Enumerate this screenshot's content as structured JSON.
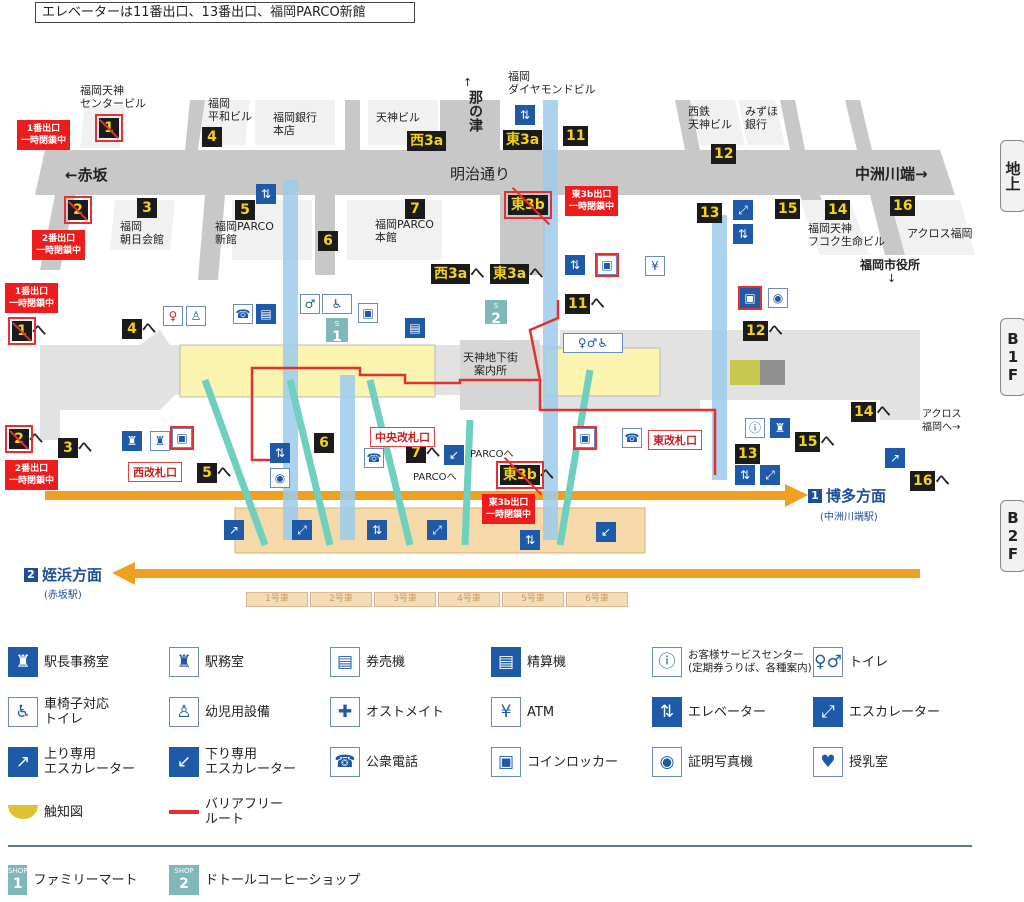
{
  "header": "エレベーターは11番出口、13番出口、福岡PARCO新館",
  "floors": [
    "地上",
    "B1F",
    "B2F"
  ],
  "streets": {
    "akasaka": "←赤坂",
    "meiji": "明治通り",
    "nakasu": "中洲川端→",
    "nanotsu": "那の津",
    "city_hall": "福岡市役所",
    "arrow_up": "↑",
    "arrow_down": "↓"
  },
  "buildings": {
    "center": "福岡天神\nセンタービル",
    "heiwa": "福岡\n平和ビル",
    "ginko": "福岡銀行\n本店",
    "tenjin": "天神ビル",
    "diamond": "福岡\nダイヤモンドビル",
    "nishitetsu": "西鉄\n天神ビル",
    "mizuho": "みずほ\n銀行",
    "asahi": "福岡\n朝日会館",
    "parco_new": "福岡PARCO\n新館",
    "parco_main": "福岡PARCO\n本館",
    "fukoku": "福岡天神\nフコク生命ビル",
    "acros": "アクロス福岡"
  },
  "surface_exits": [
    "1",
    "2",
    "3",
    "4",
    "5",
    "6",
    "7",
    "西3a",
    "東3a",
    "東3b",
    "11",
    "12",
    "13",
    "14",
    "15",
    "16"
  ],
  "closures": {
    "exit1": "1番出口\n一時閉鎖中",
    "exit2": "2番出口\n一時閉鎖中",
    "exit3b": "東3b出口\n一時閉鎖中"
  },
  "b1f": {
    "to": "へ",
    "exits": [
      "西3a",
      "東3a",
      "4",
      "1",
      "11",
      "12",
      "2",
      "3",
      "6",
      "5",
      "7",
      "東3b",
      "14",
      "15",
      "13",
      "16"
    ],
    "gates": {
      "central": "中央改札口",
      "west": "西改札口",
      "east": "東改札口"
    },
    "info": "天神地下街\n案内所",
    "parco": "PARCOへ",
    "acros": "アクロス\n福岡へ→"
  },
  "b2f": {
    "hakata": {
      "num": "1",
      "label": "博多方面",
      "sub": "(中洲川端駅)"
    },
    "meinohama": {
      "num": "2",
      "label": "姪浜方面",
      "sub": "(赤坂駅)"
    },
    "cars": [
      "1号車",
      "2号車",
      "3号車",
      "4号車",
      "5号車",
      "6号車"
    ]
  },
  "legend": [
    {
      "icon": "station-master-icon",
      "glyph": "♜",
      "label": "駅長事務室",
      "style": "solid"
    },
    {
      "icon": "station-office-icon",
      "glyph": "♜",
      "label": "駅務室",
      "style": "white"
    },
    {
      "icon": "ticket-machine-icon",
      "glyph": "▤",
      "label": "券売機",
      "style": "white"
    },
    {
      "icon": "fare-adjust-icon",
      "glyph": "▤",
      "label": "精算機",
      "style": "solid"
    },
    {
      "icon": "customer-service-icon",
      "glyph": "ⓘ",
      "label": "お客様サービスセンター\n(定期券うりば、各種案内)",
      "style": "white"
    },
    {
      "icon": "toilet-icon",
      "glyph": "♀♂",
      "label": "トイレ",
      "style": "white"
    },
    {
      "icon": "wheelchair-icon",
      "glyph": "♿",
      "label": "車椅子対応\nトイレ",
      "style": "white"
    },
    {
      "icon": "baby-icon",
      "glyph": "♙",
      "label": "幼児用設備",
      "style": "white"
    },
    {
      "icon": "ostomate-icon",
      "glyph": "✚",
      "label": "オストメイト",
      "style": "white"
    },
    {
      "icon": "atm-icon",
      "glyph": "¥",
      "label": "ATM",
      "style": "white"
    },
    {
      "icon": "elevator-icon",
      "glyph": "⇅",
      "label": "エレベーター",
      "style": "solid"
    },
    {
      "icon": "escalator-icon",
      "glyph": "⤢",
      "label": "エスカレーター",
      "style": "solid"
    },
    {
      "icon": "escalator-up-icon",
      "glyph": "↗",
      "label": "上り専用\nエスカレーター",
      "style": "solid"
    },
    {
      "icon": "escalator-down-icon",
      "glyph": "↙",
      "label": "下り専用\nエスカレーター",
      "style": "solid"
    },
    {
      "icon": "phone-icon",
      "glyph": "☎",
      "label": "公衆電話",
      "style": "white"
    },
    {
      "icon": "locker-icon",
      "glyph": "▣",
      "label": "コインロッカー",
      "style": "white"
    },
    {
      "icon": "photo-booth-icon",
      "glyph": "◉",
      "label": "証明写真機",
      "style": "white"
    },
    {
      "icon": "nursing-room-icon",
      "glyph": "♥",
      "label": "授乳室",
      "style": "white"
    },
    {
      "icon": "tactile-map-icon",
      "glyph": "",
      "label": "触知図",
      "style": "tactile"
    },
    {
      "icon": "barrier-free-route-icon",
      "glyph": "",
      "label": "バリアフリー\nルート",
      "style": "route"
    }
  ],
  "shops": [
    {
      "tag": "SHOP",
      "num": "1",
      "label": "ファミリーマート"
    },
    {
      "tag": "SHOP",
      "num": "2",
      "label": "ドトールコーヒーショップ"
    }
  ],
  "colors": {
    "exit_bg": "#1b1b1b",
    "exit_text": "#f2d21c",
    "closed": "#ee1c1c",
    "icon": "#1e5aa8",
    "track": "#f0a020",
    "platform": "#f5d9a8",
    "concourse": "#fbf3b0",
    "road": "#c8c8c8",
    "elevator": "#9ccbeb",
    "escalator": "#6fd0c0"
  }
}
